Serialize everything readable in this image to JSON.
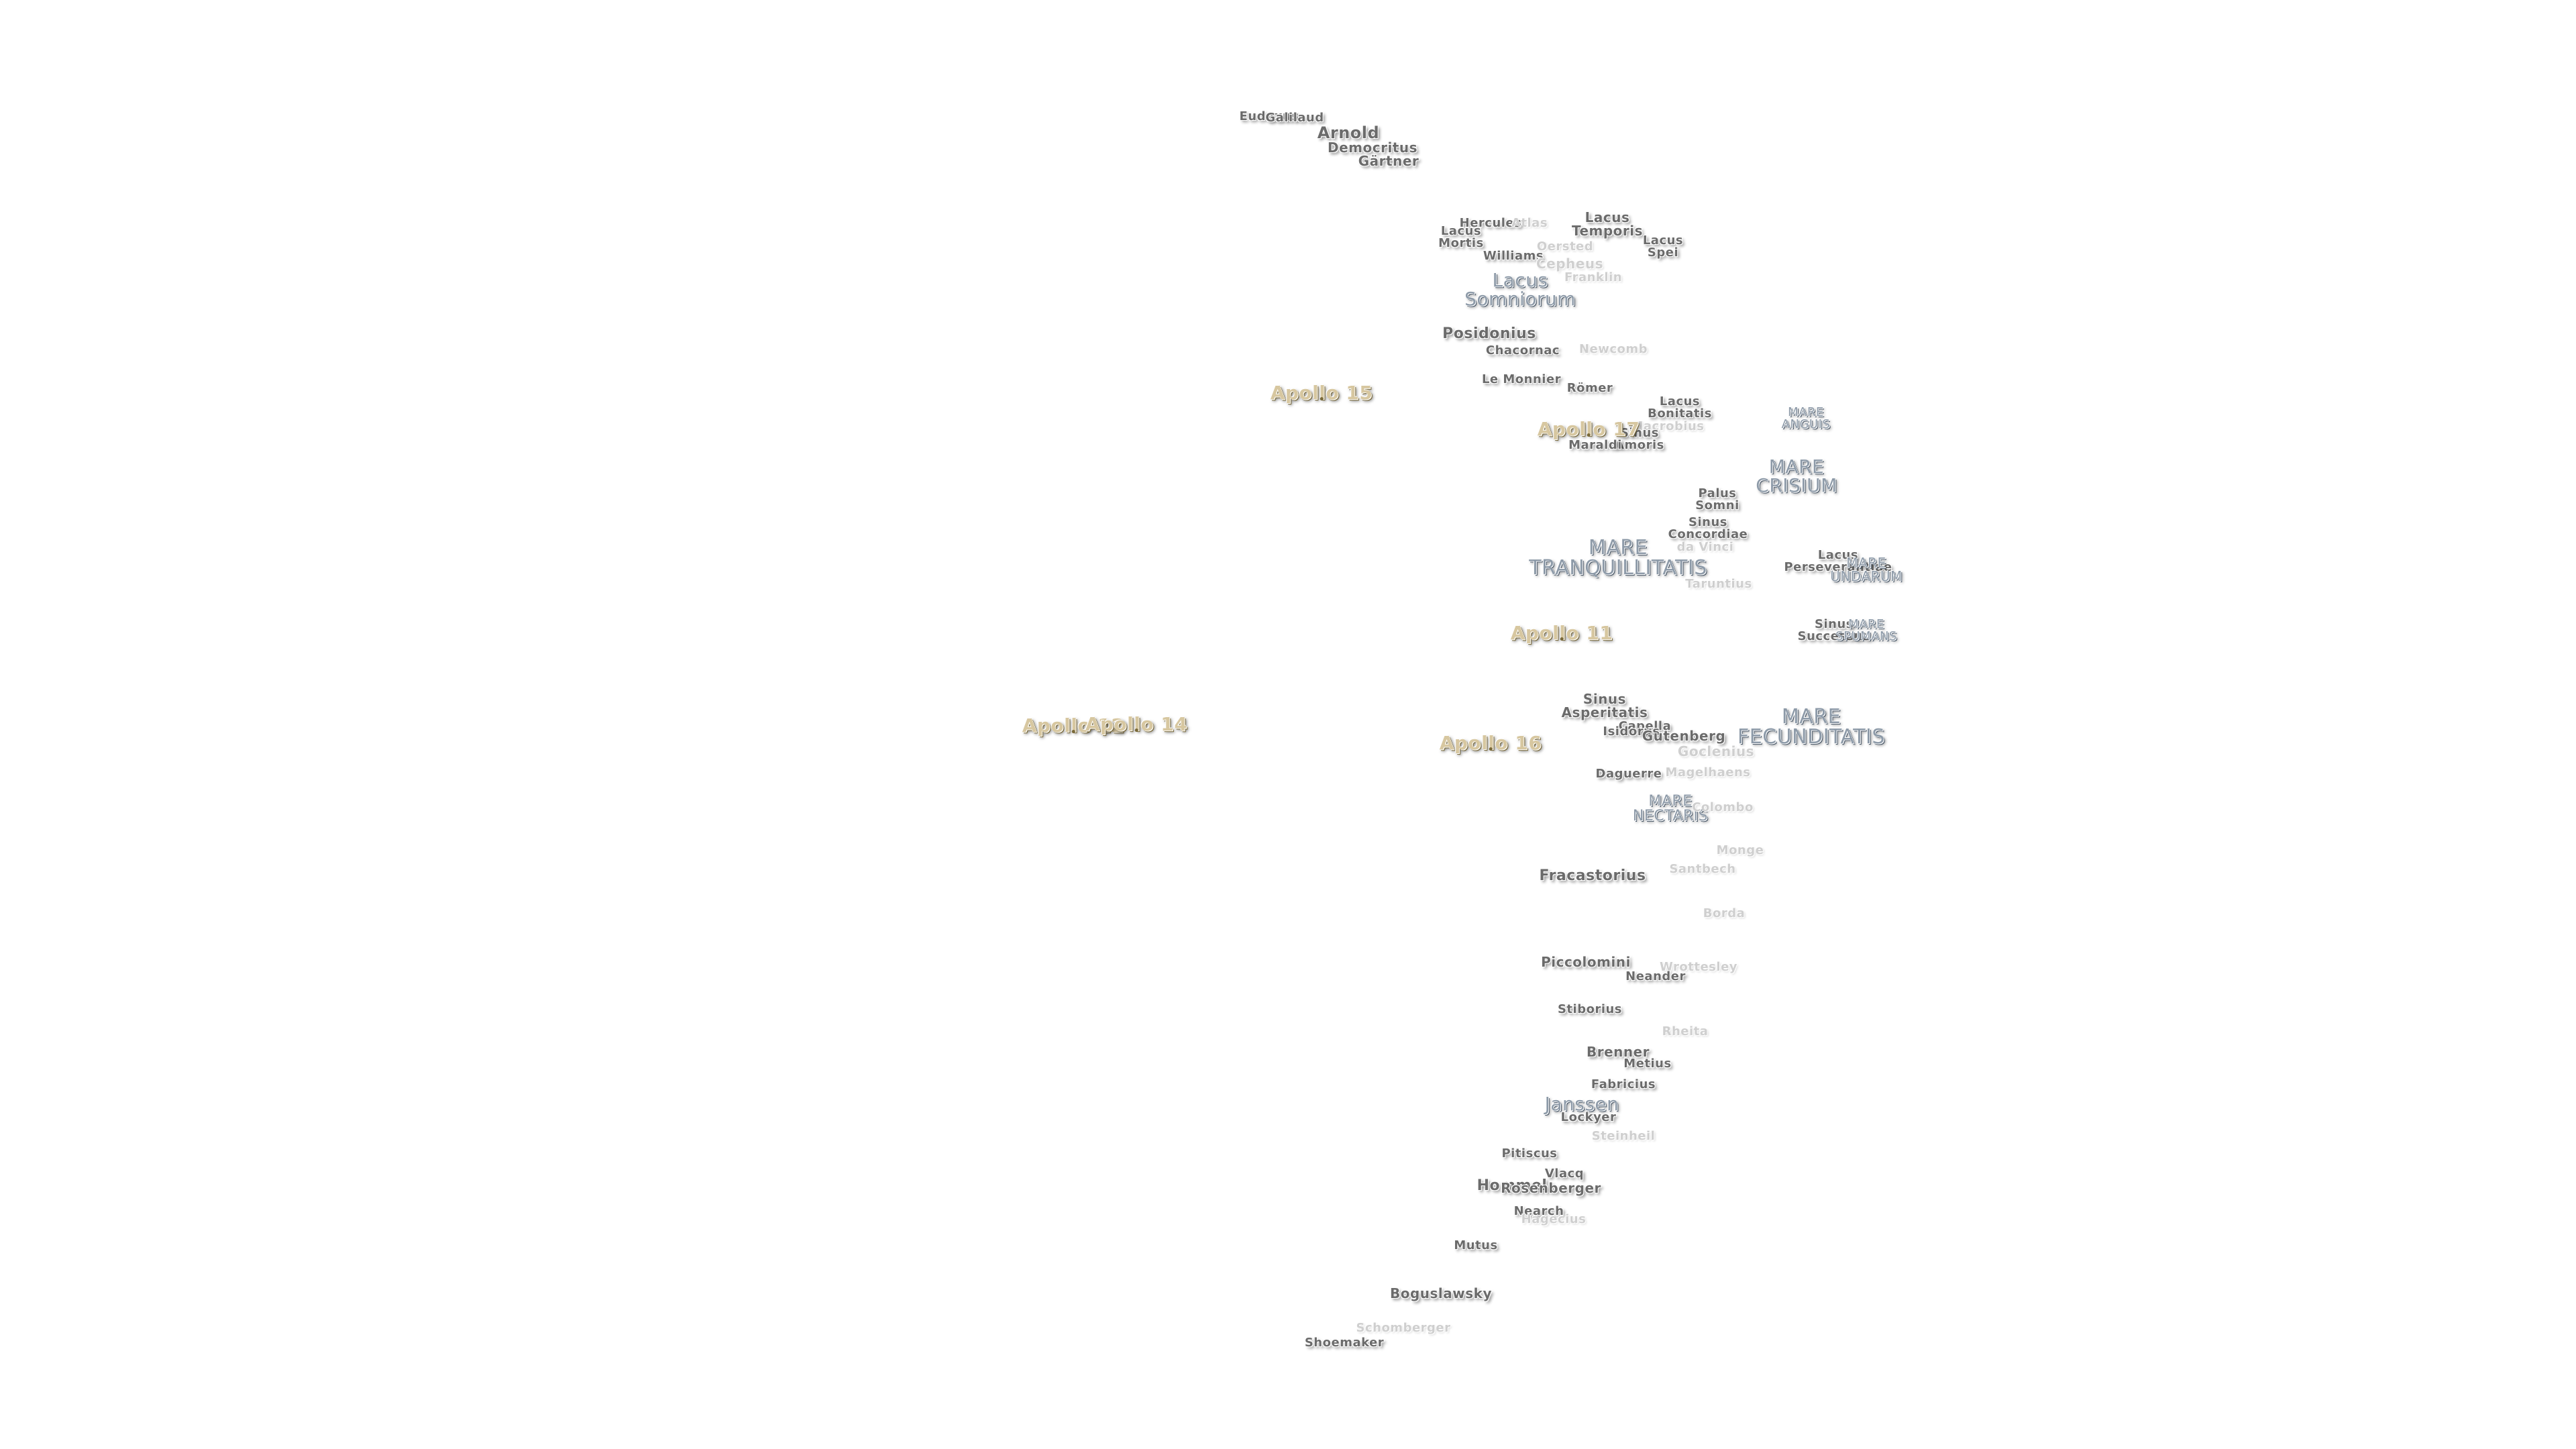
{
  "labels": [
    {
      "text": "Eudoxus",
      "style": "feature"
    },
    {
      "text": "Galilaud",
      "style": "feature"
    },
    {
      "text": "Arnold",
      "style": "feature"
    },
    {
      "text": "Democritus",
      "style": "feature"
    },
    {
      "text": "Gärtner",
      "style": "feature"
    },
    {
      "text": "Lacus\nTemporis",
      "style": "feature"
    },
    {
      "text": "Hercules",
      "style": "feature"
    },
    {
      "text": "Atlas",
      "style": "faint"
    },
    {
      "text": "Lacus\nMortis",
      "style": "feature"
    },
    {
      "text": "Lacus\nSpei",
      "style": "feature"
    },
    {
      "text": "Oersted",
      "style": "faint"
    },
    {
      "text": "Williams",
      "style": "feature"
    },
    {
      "text": "Cepheus",
      "style": "faint"
    },
    {
      "text": "Franklin",
      "style": "faint"
    },
    {
      "text": "Lacus\nSomniorum",
      "style": "mare"
    },
    {
      "text": "Posidonius",
      "style": "feature"
    },
    {
      "text": "Chacornac",
      "style": "feature"
    },
    {
      "text": "Newcomb",
      "style": "faint"
    },
    {
      "text": "Le Monnier",
      "style": "feature"
    },
    {
      "text": "Römer",
      "style": "feature"
    },
    {
      "text": "Lacus\nBonitatis",
      "style": "feature"
    },
    {
      "text": "Macrobius",
      "style": "faint"
    },
    {
      "text": "MARE\nANGUIS",
      "style": "mare"
    },
    {
      "text": "Sinus\nAmoris",
      "style": "feature"
    },
    {
      "text": "Maraldi",
      "style": "feature"
    },
    {
      "text": "MARE\nCRISIUM",
      "style": "mare"
    },
    {
      "text": "Palus\nSomni",
      "style": "feature"
    },
    {
      "text": "Sinus\nConcordiae",
      "style": "feature"
    },
    {
      "text": "da Vinci",
      "style": "faint"
    },
    {
      "text": "MARE\nTRANQUILLITATIS",
      "style": "mare"
    },
    {
      "text": "Lacus\nPerseverantiae",
      "style": "feature"
    },
    {
      "text": "MARE\nUNDARUM",
      "style": "mare"
    },
    {
      "text": "Taruntius",
      "style": "faint"
    },
    {
      "text": "Sinus\nSuccessus",
      "style": "feature"
    },
    {
      "text": "MARE\nSPUMANS",
      "style": "mare"
    },
    {
      "text": "Sinus\nAsperitatis",
      "style": "feature"
    },
    {
      "text": "Capella",
      "style": "feature"
    },
    {
      "text": "Isidorus",
      "style": "feature"
    },
    {
      "text": "Gutenberg",
      "style": "feature"
    },
    {
      "text": "MARE\nFECUNDITATIS",
      "style": "mare"
    },
    {
      "text": "Goclenius",
      "style": "faint"
    },
    {
      "text": "Daguerre",
      "style": "feature"
    },
    {
      "text": "Magelhaens",
      "style": "faint"
    },
    {
      "text": "MARE\nNECTARIS",
      "style": "mare"
    },
    {
      "text": "Colombo",
      "style": "faint"
    },
    {
      "text": "Monge",
      "style": "faint"
    },
    {
      "text": "Fracastorius",
      "style": "feature"
    },
    {
      "text": "Santbech",
      "style": "faint"
    },
    {
      "text": "Borda",
      "style": "faint"
    },
    {
      "text": "Piccolomini",
      "style": "feature"
    },
    {
      "text": "Wrottesley",
      "style": "faint"
    },
    {
      "text": "Neander",
      "style": "feature"
    },
    {
      "text": "Stiborius",
      "style": "feature"
    },
    {
      "text": "Rheita",
      "style": "faint"
    },
    {
      "text": "Brenner",
      "style": "feature"
    },
    {
      "text": "Metius",
      "style": "feature"
    },
    {
      "text": "Fabricius",
      "style": "feature"
    },
    {
      "text": "Janssen",
      "style": "mare"
    },
    {
      "text": "Lockyer",
      "style": "feature"
    },
    {
      "text": "Steinheil",
      "style": "faint"
    },
    {
      "text": "Pitiscus",
      "style": "feature"
    },
    {
      "text": "Vlacq",
      "style": "feature"
    },
    {
      "text": "Hommel",
      "style": "feature"
    },
    {
      "text": "Rosenberger",
      "style": "feature"
    },
    {
      "text": "Nearch",
      "style": "feature"
    },
    {
      "text": "Hagecius",
      "style": "faint"
    },
    {
      "text": "Mutus",
      "style": "feature"
    },
    {
      "text": "Boguslawsky",
      "style": "feature"
    },
    {
      "text": "Schomberger",
      "style": "faint"
    },
    {
      "text": "Shoemaker",
      "style": "feature"
    },
    {
      "text": "Apollo 15",
      "style": "apollo"
    },
    {
      "text": "Apollo 17",
      "style": "apollo"
    },
    {
      "text": "Apollo 11",
      "style": "apollo"
    },
    {
      "text": "Apollo 12",
      "style": "apollo"
    },
    {
      "text": "Apollo 14",
      "style": "apollo"
    },
    {
      "text": "Apollo 16",
      "style": "apollo"
    }
  ]
}
